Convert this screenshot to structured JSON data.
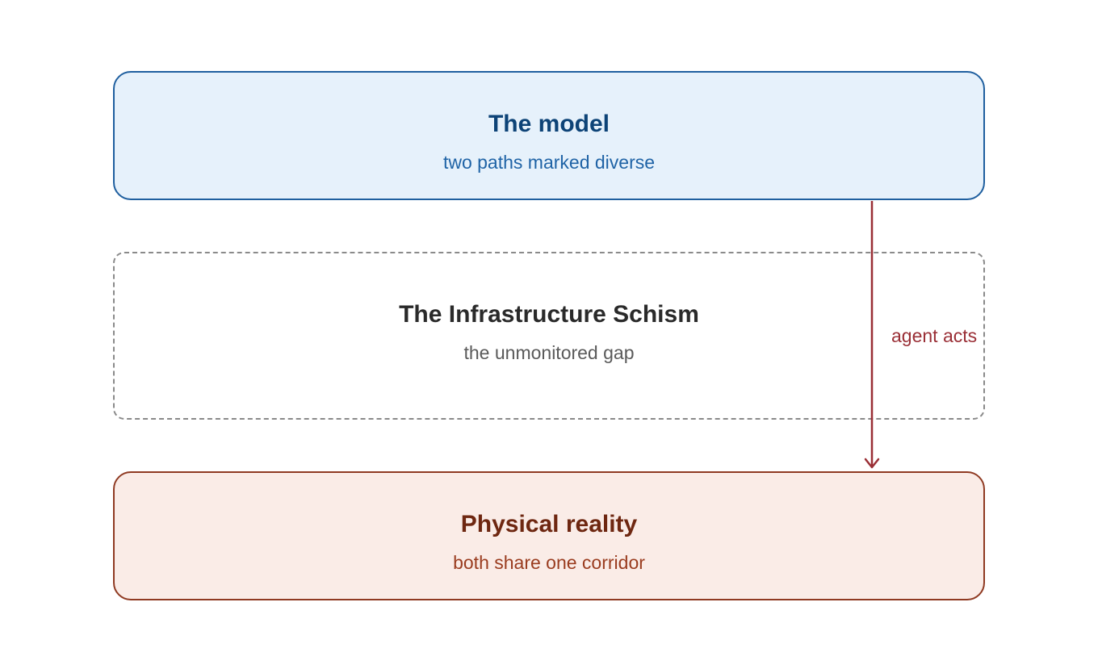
{
  "nodes": {
    "model": {
      "title": "The model",
      "subtitle": "two paths marked diverse"
    },
    "schism": {
      "title": "The Infrastructure Schism",
      "subtitle": "the unmonitored gap"
    },
    "reality": {
      "title": "Physical reality",
      "subtitle": "both share one corridor"
    }
  },
  "edges": [
    {
      "from": "model",
      "to": "reality",
      "label": "agent acts"
    }
  ],
  "colors": {
    "model_fill": "#e6f1fb",
    "model_border": "#1f5f9f",
    "reality_fill": "#faece7",
    "reality_border": "#8f3a22",
    "schism_border": "#8a8a8a",
    "arrow": "#9a2f36"
  }
}
